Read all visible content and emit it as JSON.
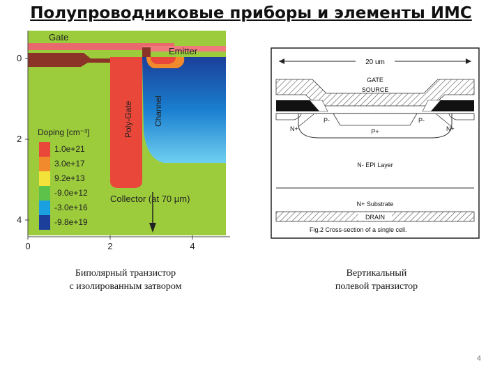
{
  "title": "Полупроводниковые приборы и элементы ИМС",
  "left_figure": {
    "labels": {
      "gate": "Gate",
      "emitter": "Emitter",
      "poly_gate": "Poly-Gate",
      "channel": "Channel",
      "collector": "Collector (at 70 µm)",
      "doping_title": "Doping [cm⁻³]"
    },
    "legend": [
      "1.0e+21",
      "3.0e+17",
      "9.2e+13",
      "-9.0e+12",
      "-3.0e+16",
      "-9.8e+19"
    ],
    "legend_colors": [
      "#e8473a",
      "#f08a2c",
      "#f2e23a",
      "#5cc24a",
      "#1aa0e0",
      "#1b3f9a"
    ],
    "y_ticks": [
      "0",
      "2",
      "4"
    ],
    "x_ticks": [
      "0",
      "2",
      "4"
    ]
  },
  "right_figure": {
    "dimension": "20 um",
    "gate": "GATE",
    "source": "SOURCE",
    "n_plus_left": "N+",
    "n_plus_right": "N+",
    "p_minus_left": "P-",
    "p_minus_right": "P-",
    "p_plus": "P+",
    "n_epi": "N- EPI Layer",
    "n_substrate": "N+ Substrate",
    "drain": "DRAIN",
    "caption": "Fig.2  Cross-section of a single cell."
  },
  "captions": {
    "left_line1": "Биполярный транзистор",
    "left_line2": "с изолированным затвором",
    "right_line1": "Вертикальный",
    "right_line2": "полевой транзистор"
  },
  "page_number": "4"
}
